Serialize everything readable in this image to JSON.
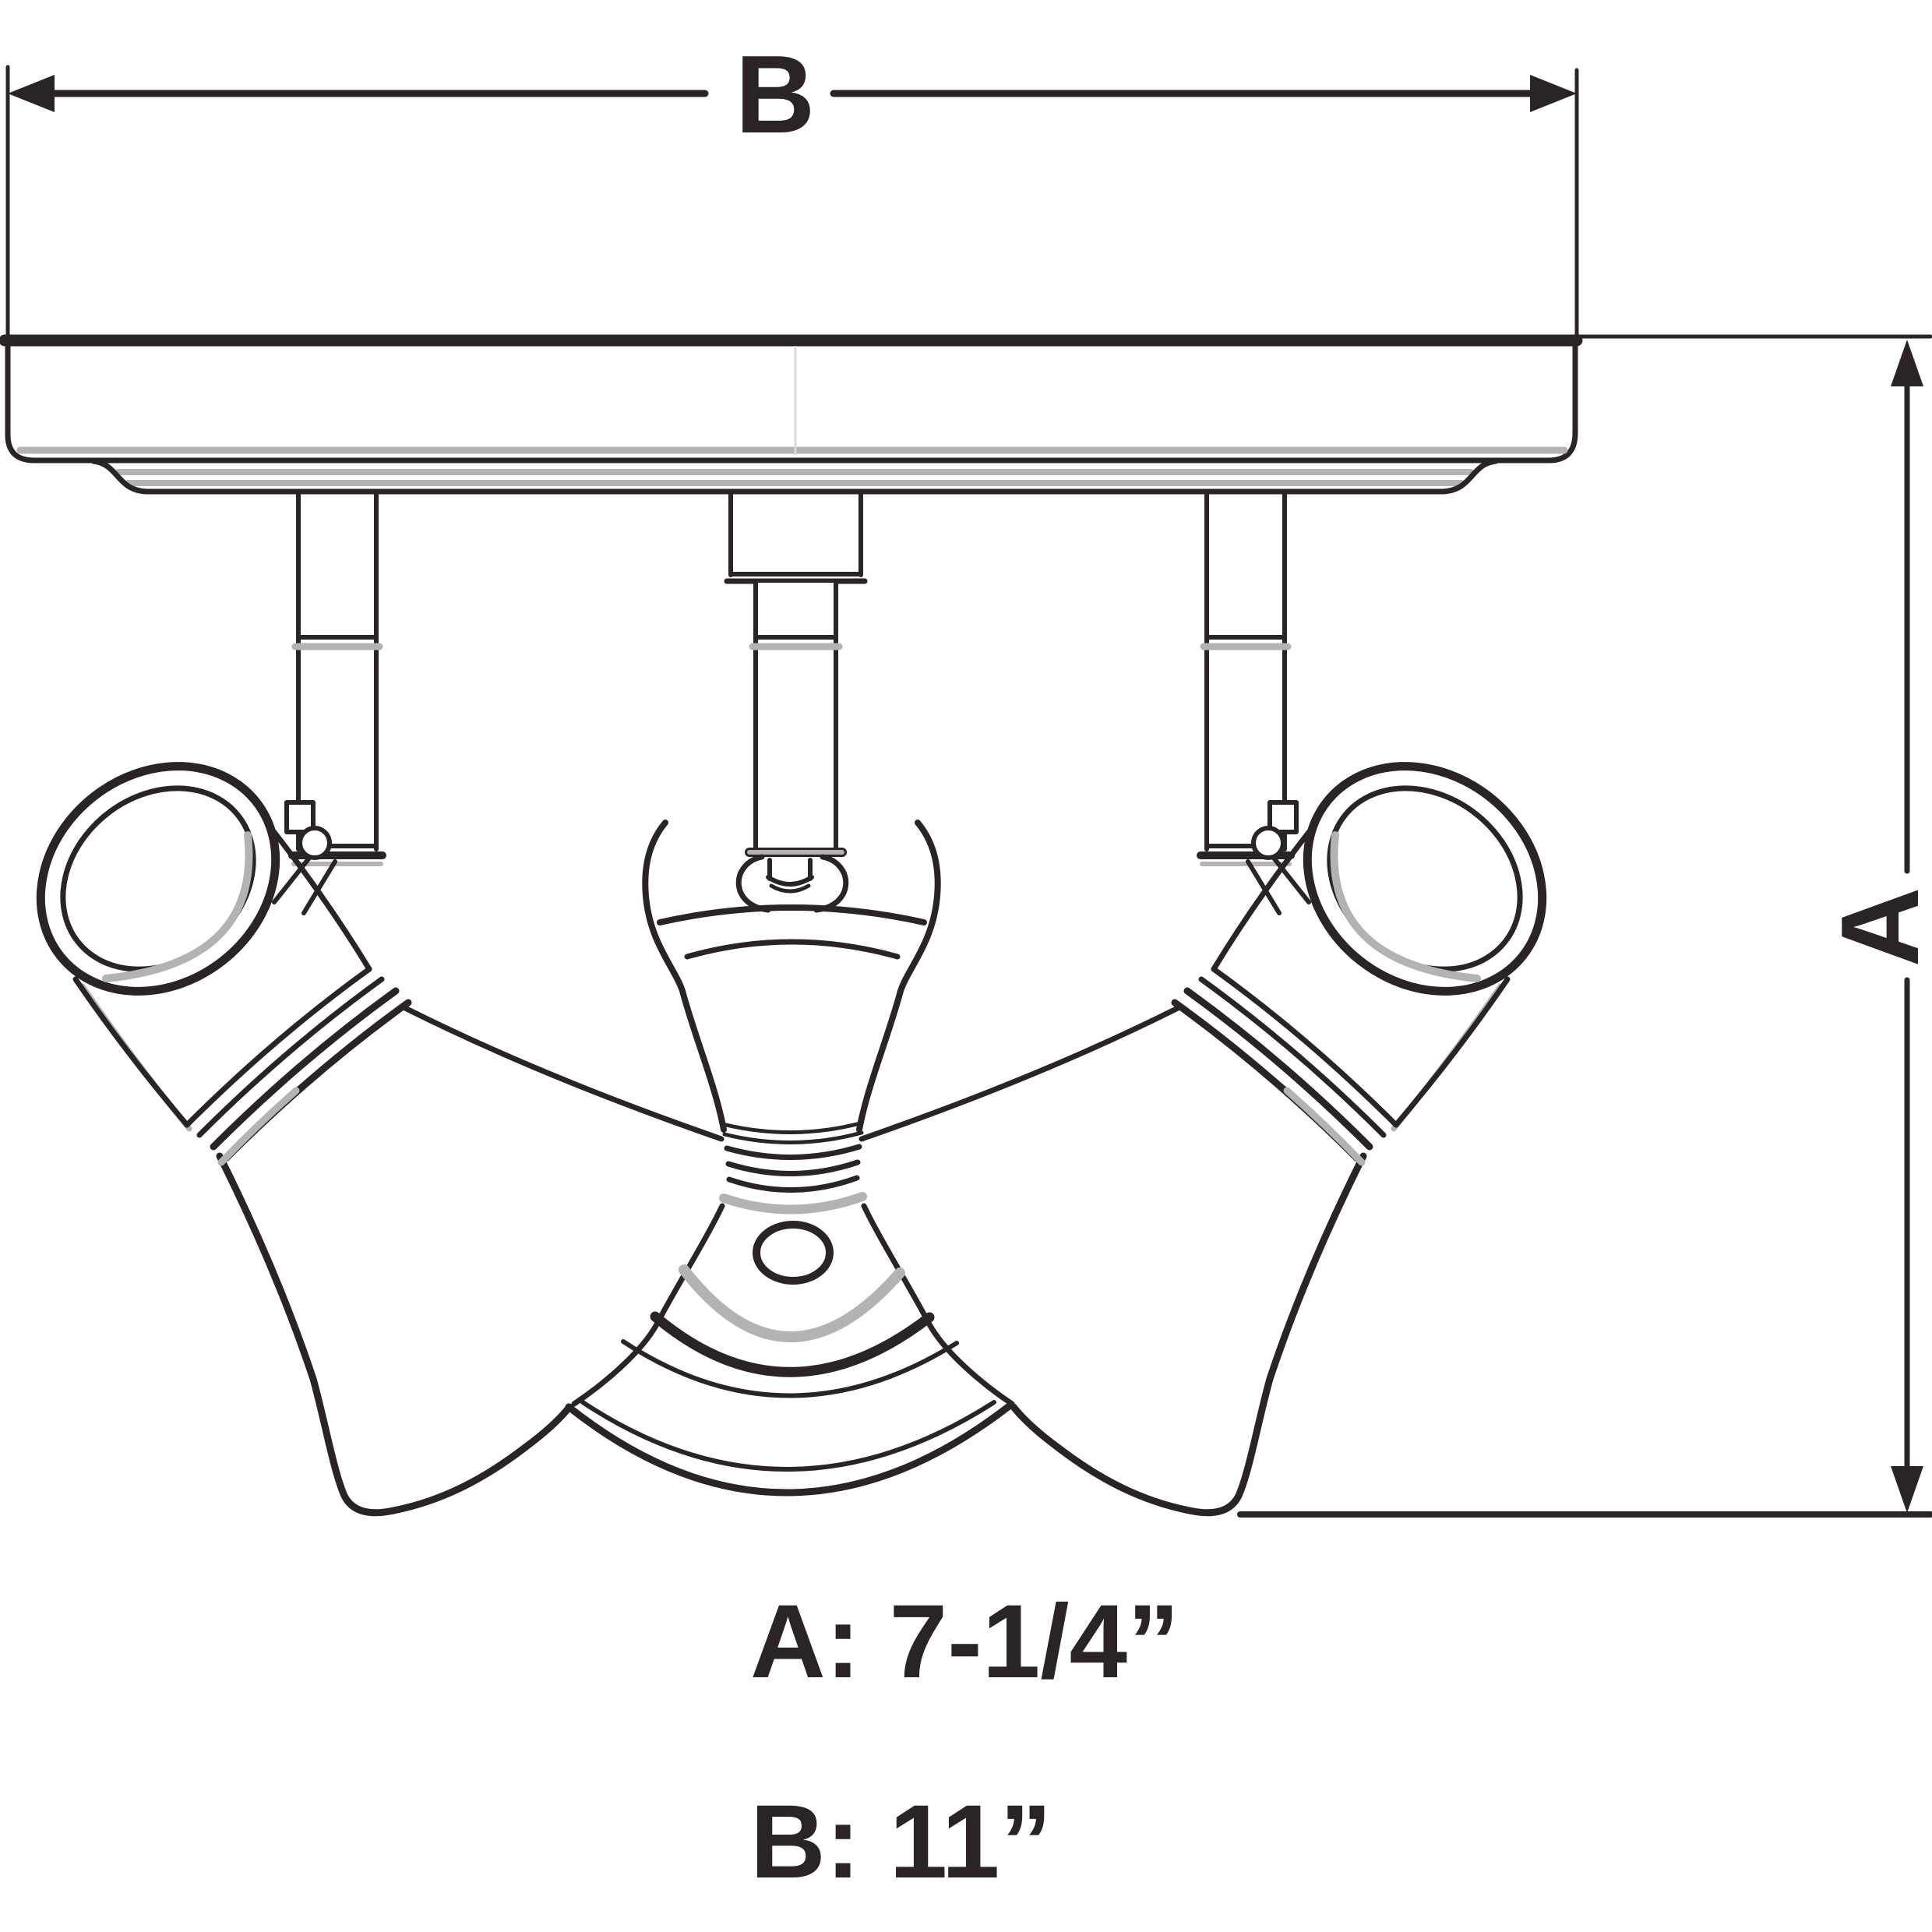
{
  "diagram": {
    "dimension_b": {
      "label": "B"
    },
    "dimension_a": {
      "label": "A"
    },
    "spec_a": {
      "text": "A: 7-1/4”"
    },
    "spec_b": {
      "text": "B: 11”"
    }
  },
  "colors": {
    "ink": "#2b2425",
    "accent_gray": "#b3b3b3",
    "background": "#ffffff"
  }
}
